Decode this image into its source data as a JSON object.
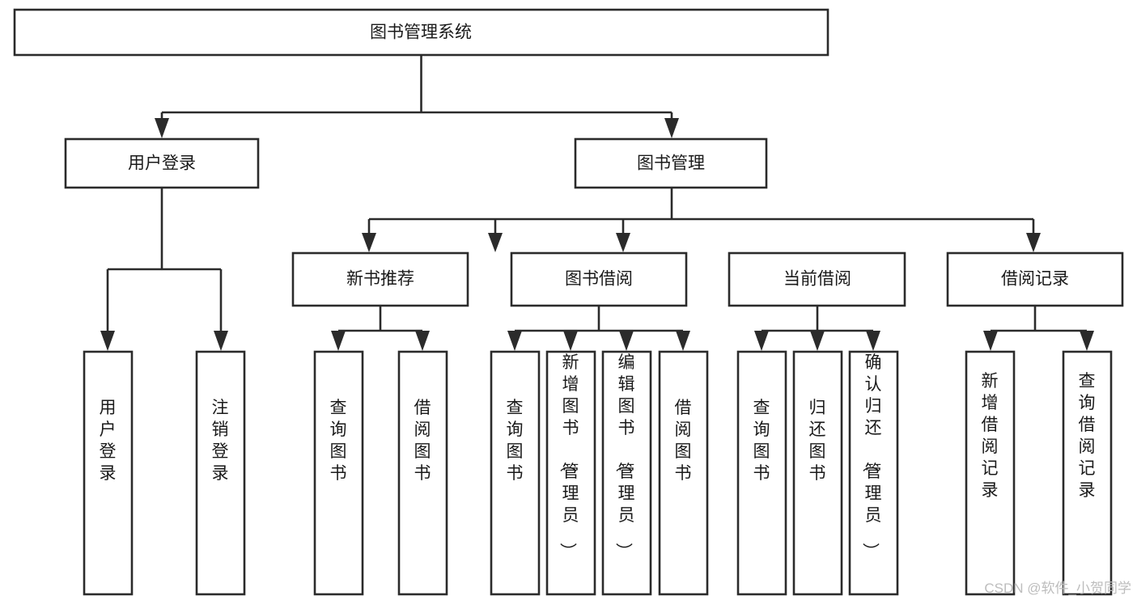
{
  "diagram": {
    "title": "图书管理系统",
    "type": "tree",
    "orientation": "top-down",
    "colors": {
      "box_stroke": "#2b2b2b",
      "box_fill": "#ffffff",
      "text": "#1a1a1a",
      "background": "#ffffff",
      "watermark": "#bdbdbd"
    },
    "root": {
      "label": "图书管理系统"
    },
    "level2": [
      {
        "label": "用户登录"
      },
      {
        "label": "图书管理"
      }
    ],
    "level3": [
      {
        "label": "新书推荐"
      },
      {
        "label": "图书借阅"
      },
      {
        "label": "当前借阅"
      },
      {
        "label": "借阅记录"
      }
    ],
    "leaves": {
      "user_login": [
        {
          "label": "用户登录"
        },
        {
          "label": "注销登录"
        }
      ],
      "new_book_recommend": [
        {
          "label": "查询图书"
        },
        {
          "label": "借阅图书"
        }
      ],
      "book_borrow": [
        {
          "label": "查询图书"
        },
        {
          "label": "新增图书（管理员）"
        },
        {
          "label": "编辑图书（管理员）"
        },
        {
          "label": "借阅图书"
        }
      ],
      "current_borrow": [
        {
          "label": "查询图书"
        },
        {
          "label": "归还图书"
        },
        {
          "label": "确认归还（管理员）"
        }
      ],
      "borrow_record": [
        {
          "label": "新增借阅记录"
        },
        {
          "label": "查询借阅记录"
        }
      ]
    },
    "watermark": "CSDN @软件_小贺同学"
  }
}
